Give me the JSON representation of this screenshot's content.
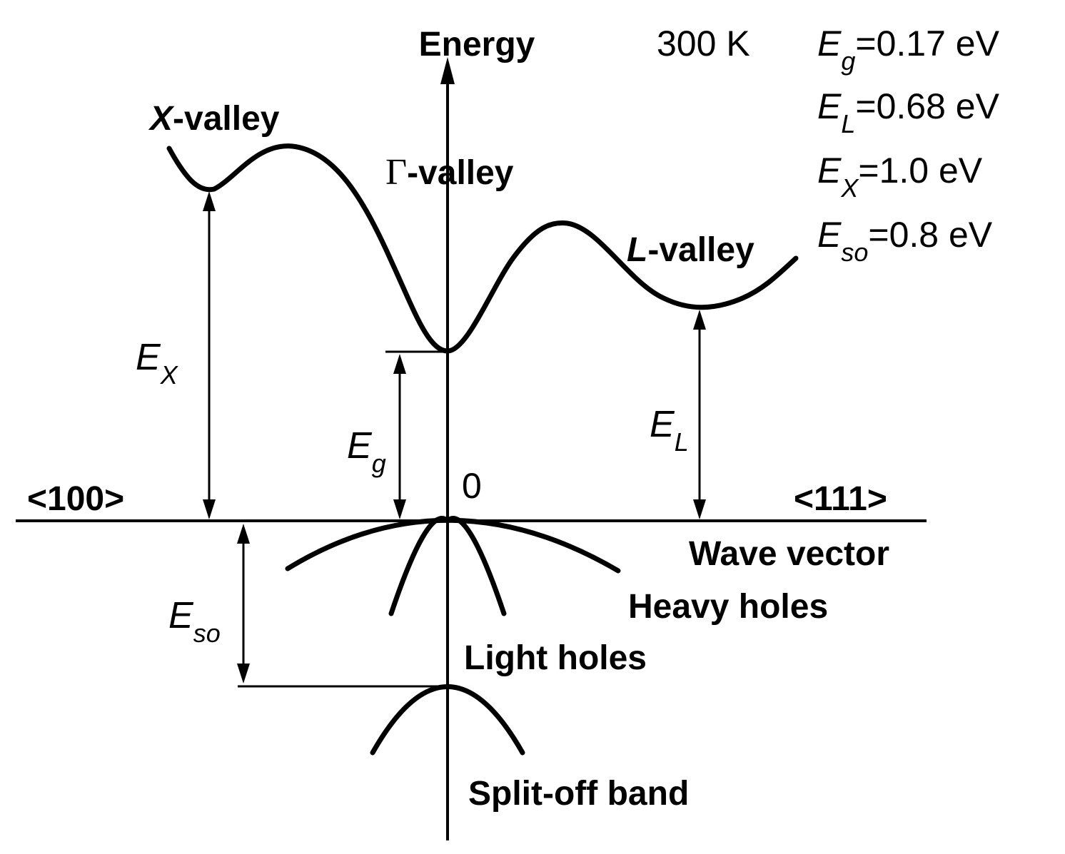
{
  "axes": {
    "energy": "Energy",
    "wave_vector": "Wave vector",
    "left_direction": "<100>",
    "right_direction": "<111>",
    "origin": "0"
  },
  "valleys": {
    "x_symbol": "X",
    "x_suffix": "-valley",
    "gamma_symbol": "Γ",
    "gamma_suffix": "-valley",
    "l_symbol": "L",
    "l_suffix": "-valley"
  },
  "bands": {
    "heavy_holes": "Heavy holes",
    "light_holes": "Light holes",
    "split_off": "Split-off band"
  },
  "gaps": {
    "ex": {
      "symbol": "E",
      "sub": "X"
    },
    "eg": {
      "symbol": "E",
      "sub": "g"
    },
    "el": {
      "symbol": "E",
      "sub": "L"
    },
    "eso": {
      "symbol": "E",
      "sub": "so"
    }
  },
  "parameters": {
    "temperature": "300 K",
    "items": [
      {
        "symbol": "E",
        "sub": "g",
        "value": "=0.17 eV"
      },
      {
        "symbol": "E",
        "sub": "L",
        "value": "=0.68 eV"
      },
      {
        "symbol": "E",
        "sub": "X",
        "value": "=1.0 eV"
      },
      {
        "symbol": "E",
        "sub": "so",
        "value": "=0.8 eV"
      }
    ]
  }
}
